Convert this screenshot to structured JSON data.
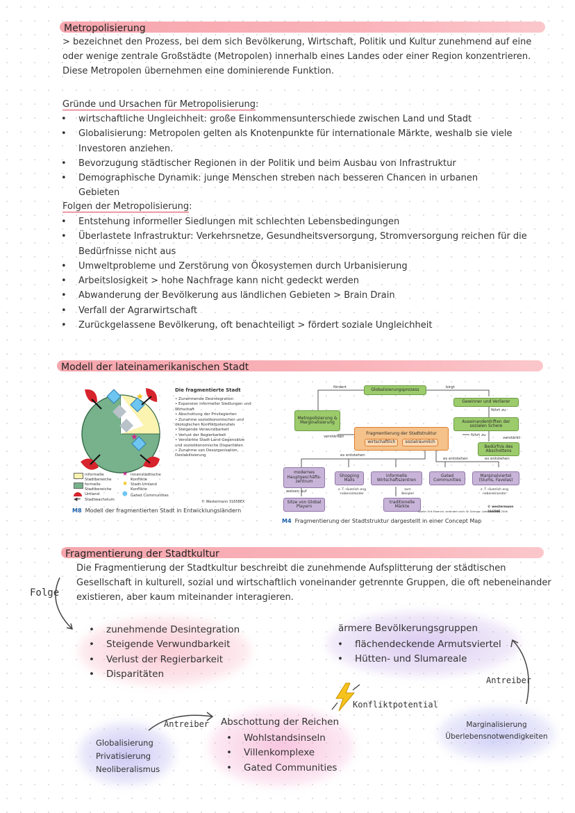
{
  "metro": {
    "title": "Metropolisierung",
    "definition": "> bezeichnet den Prozess, bei dem sich Bevölkerung, Wirtschaft, Politik und Kultur zunehmend auf eine oder wenige zentrale Großstädte (Metropolen) innerhalb eines Landes oder einer Region konzentrieren. Diese Metropolen übernehmen eine dominierende Funktion."
  },
  "gruende": {
    "heading": "Gründe und Ursachen für Metropolisierung",
    "colon": ":",
    "items": [
      "wirtschaftliche Ungleichheit: große Einkommensunterschiede zwischen Land und Stadt",
      "Globalisierung: Metropolen gelten als Knotenpunkte für internationale Märkte, weshalb sie viele Investoren anziehen.",
      "Bevorzugung städtischer Regionen in der Politik und beim Ausbau von Infrastruktur",
      "Demographische Dynamik: junge Menschen streben nach besseren Chancen in urbanen Gebieten"
    ]
  },
  "folgen": {
    "heading": "Folgen der Metropolisierung",
    "colon": ":",
    "items": [
      "Entstehung informeller Siedlungen mit schlechten Lebensbedingungen",
      "Überlastete Infrastruktur: Verkehrsnetze, Gesundheitsversorgung, Stromversorgung reichen für die Bedürfnisse nicht aus",
      "Umweltprobleme und Zerstörung von Ökosystemen durch Urbanisierung",
      "Arbeitslosigkeit > hohe Nachfrage kann nicht gedeckt werden",
      "Abwanderung der Bevölkerung aus ländlichen Gebieten > Brain Drain",
      "Verfall der Agrarwirtschaft",
      "Zurückgelassene Bevölkerung, oft benachteiligt > fördert soziale Ungleichheit"
    ]
  },
  "modell": {
    "title": "Modell der lateinamerikanischen Stadt",
    "m8": {
      "heading": "Die fragmentierte Stadt",
      "points": [
        "• Zunehmende Desintegration",
        "• Expansion informeller Siedlungen und Wirtschaft",
        "• Abschottung der Privilegierten",
        "• Zunahme sozioökonomischen und ökologischen Konfliktpotenzials",
        "• Steigende Verwundbarkeit",
        "• Verlust der Regierbarkeit",
        "• Verstärkte Stadt-Land-Gegensätze und sozioökonomische Disparitäten",
        "• Zunahme von Desorganisation, Destabilisierung"
      ],
      "legend": {
        "informell": "informelle Stadtbereiche",
        "formell": "formelle Stadtbereiche",
        "umland": "Umland",
        "stadtwachstum": "Stadtwachstum",
        "innen": "innenstädtische Konflikte",
        "stadtumland": "Stadt-Umland Konflikte",
        "gated": "Gated Communities"
      },
      "copyright": "© Westermann 31658EX",
      "label": "M8",
      "caption": "Modell der fragmentierten Stadt in Entwicklungsländern"
    },
    "m4": {
      "global": "Globalisierungsprozess",
      "foerdert": "fördert",
      "birgt": "birgt",
      "metro": "Metropolisierung & Marginalisierung",
      "gewinner": "Gewinner und Verlierer",
      "fuehrt1": "führt zu",
      "auseinander": "Auseinanderdriften der sozialen Schere",
      "fuehrt2": "führt zu",
      "verstaerkt": "verstärkt",
      "verstaerken": "verstärken",
      "frag": "Fragmentierung der Stadtstruktur",
      "wirt": "wirtschaftlich",
      "sozial": "sozialräumlich",
      "bed": "Bedürfnis des Abschottens",
      "entstehen1": "es entstehen",
      "entstehen2": "es entstehen",
      "entstehen3": "es entstehen",
      "haupt": "modernes Hauptgeschäfts-zentrum",
      "shop": "Shopping Malls",
      "infwirt": "informelle Wirtschaftszentren",
      "gated": "Gated Communities",
      "marg": "Marginalviertel (Slums, Favelas)",
      "weisen": "weisen auf",
      "teil1": "z. T. räumlich eng nebeneinander",
      "zum": "zum Beispiel",
      "teil2": "z. T. räumlich eng nebeneinander",
      "sitze": "Sitze von Global Playern",
      "trad": "traditionelle Märkte",
      "copyright": "© westermann 31650E",
      "source": "Quelle: Erik Elwerich, verändert nach: W. Schropp: Lateinamerika, 2006",
      "label": "M4",
      "caption": "Fragmentierung der Stadtstruktur dargestellt in einer Concept Map"
    }
  },
  "frag": {
    "title": "Fragmentierung der Stadtkultur",
    "definition": "Die Fragmentierung der Stadtkultur beschreibt die zunehmende Aufsplitterung der städtischen Gesellschaft in kulturell, sozial und wirtschaftlich voneinander getrennte Gruppen, die oft nebeneinander existieren, aber kaum miteinander interagieren.",
    "folge": "Folge",
    "folgen_list": [
      "zunehmende Desintegration",
      "Steigende Verwundbarkeit",
      "Verlust der Regierbarkeit",
      "Disparitäten"
    ],
    "arme_heading": "ärmere Bevölkerungsgruppen",
    "arme_list": [
      "flächendeckende Armutsviertel",
      "Hütten- und Slumareale"
    ],
    "konflikt": "Konfliktpotential",
    "antreiber_left": "Antreiber",
    "antreiber_right": "Antreiber",
    "reiche_heading": "Abschottung der Reichen",
    "reiche_list": [
      "Wohlstandsinseln",
      "Villenkomplexe",
      "Gated Communities"
    ],
    "global_list": [
      "Globalisierung",
      "Privatisierung",
      "Neoliberalismus"
    ],
    "marg_list": [
      "Marginalisierung",
      "Überlebensnotwendigkeiten"
    ]
  }
}
